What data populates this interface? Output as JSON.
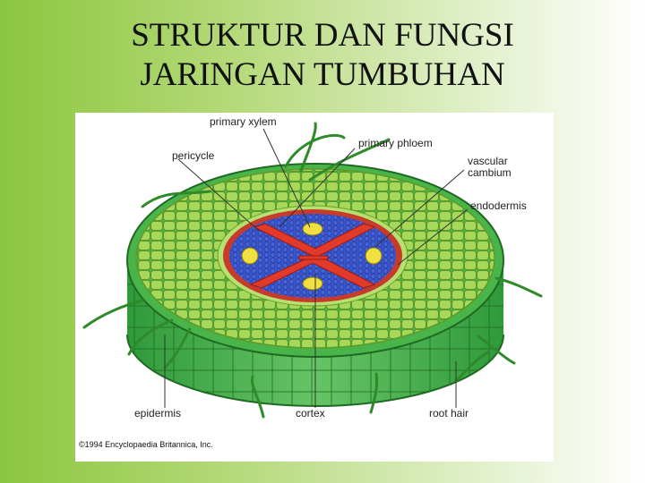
{
  "slide": {
    "title_line1": "STRUKTUR DAN FUNGSI",
    "title_line2": "JARINGAN TUMBUHAN"
  },
  "diagram": {
    "labels": {
      "primary_xylem": "primary xylem",
      "pericycle": "pericycle",
      "primary_phloem": "primary phloem",
      "vascular_cambium_1": "vascular",
      "vascular_cambium_2": "cambium",
      "endodermis": "endodermis",
      "epidermis": "epidermis",
      "cortex": "cortex",
      "root_hair": "root hair"
    },
    "copyright": "©1994 Encyclopaedia Britannica, Inc.",
    "colors": {
      "epidermis": "#3fae3f",
      "cortex": "#9fd050",
      "endodermis": "#c83a2a",
      "phloem_region": "#3a55c8",
      "xylem": "#e03a2a",
      "phloem_clusters": "#f0e040"
    }
  }
}
